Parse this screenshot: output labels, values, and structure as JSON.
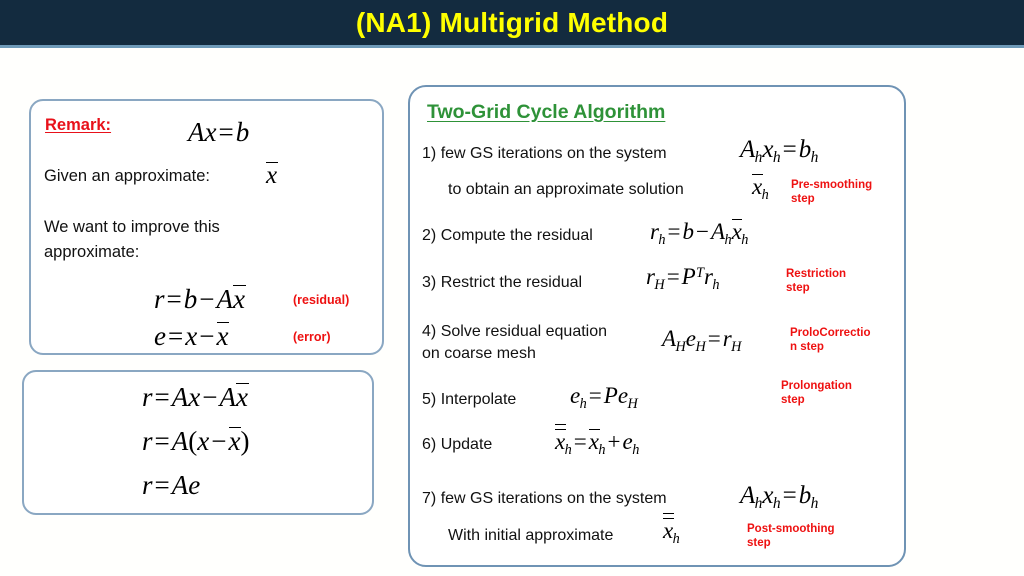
{
  "slide": {
    "title": "(NA1) Multigrid Method",
    "title_bg": "#132b3f",
    "title_color": "#ffff00",
    "accent_red": "#ee1111",
    "accent_green": "#2e9238",
    "panel_border": "#8aa7c2",
    "background": "#fffffd"
  },
  "remark_panel": {
    "label": "Remark:",
    "eq_system": "Ax = b",
    "given_line": "Given an approximate:",
    "given_symbol": "x̄",
    "improve_line_1": "We want to improve this",
    "improve_line_2": "approximate:",
    "eq_residual": "r = b − Ax̄",
    "tag_residual": "(residual)",
    "eq_error": "e = x − x̄",
    "tag_error": "(error)"
  },
  "derivation_panel": {
    "eq_1": "r = Ax − Ax̄",
    "eq_2": "r = A(x − x̄)",
    "eq_3": "r = Ae"
  },
  "algorithm_panel": {
    "heading": "Two-Grid Cycle Algorithm",
    "steps": [
      {
        "number": "1)",
        "text": "few GS iterations on the system",
        "equation": "A_h x_h = b_h",
        "sub_text": "to obtain an approximate solution",
        "sub_equation": "x̄_h",
        "note_line_1": "Pre-smoothing",
        "note_line_2": "step"
      },
      {
        "number": "2)",
        "text": "Compute the residual",
        "equation": "r_h = b − A_h x̄_h",
        "note_line_1": "",
        "note_line_2": ""
      },
      {
        "number": "3)",
        "text": "Restrict the residual",
        "equation": "r_H = P^T r_h",
        "note_line_1": "Restriction",
        "note_line_2": "step"
      },
      {
        "number": "4)",
        "text": "Solve residual equation",
        "text_line_2": "on coarse mesh",
        "equation": "A_H e_H = r_H",
        "note_line_1": "ProloCorrectio",
        "note_line_2": "n step"
      },
      {
        "number": "5)",
        "text": "Interpolate",
        "equation": "e_h = P e_H",
        "note_line_1": "Prolongation",
        "note_line_2": "step"
      },
      {
        "number": "6)",
        "text": "Update",
        "equation": "x̄̄_h = x̄_h + e_h",
        "note_line_1": "",
        "note_line_2": ""
      },
      {
        "number": "7)",
        "text": "few GS iterations on the system",
        "equation": "A_h x_h = b_h",
        "sub_text": "With initial approximate",
        "sub_equation": "x̄̄_h",
        "note_line_1": "Post-smoothing",
        "note_line_2": "step"
      }
    ]
  }
}
